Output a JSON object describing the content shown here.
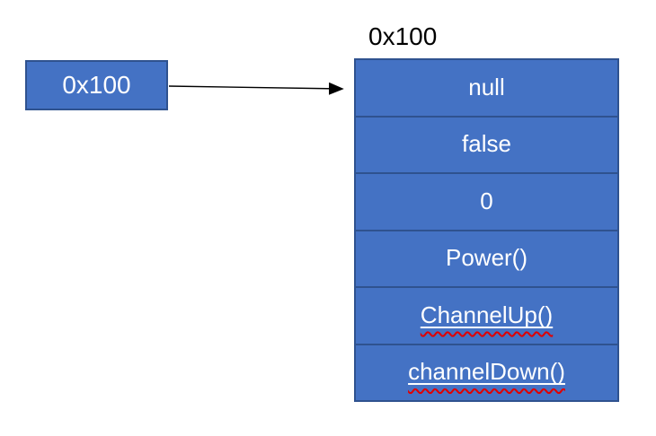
{
  "colors": {
    "box_fill": "#4472C4",
    "box_border": "#2F528F",
    "text_light": "#FFFFFF",
    "text_dark": "#000000",
    "arrow": "#000000",
    "squiggle": "#E00000"
  },
  "pointer_box": {
    "label": "0x100"
  },
  "object": {
    "address_label": "0x100",
    "rows": [
      {
        "label": "null",
        "underlined": false,
        "spellcheck_squiggle": false
      },
      {
        "label": "false",
        "underlined": false,
        "spellcheck_squiggle": false
      },
      {
        "label": "0",
        "underlined": false,
        "spellcheck_squiggle": false
      },
      {
        "label": "Power()",
        "underlined": false,
        "spellcheck_squiggle": false
      },
      {
        "label": "ChannelUp()",
        "underlined": true,
        "spellcheck_squiggle": true
      },
      {
        "label": "channelDown()",
        "underlined": true,
        "spellcheck_squiggle": true
      }
    ]
  }
}
